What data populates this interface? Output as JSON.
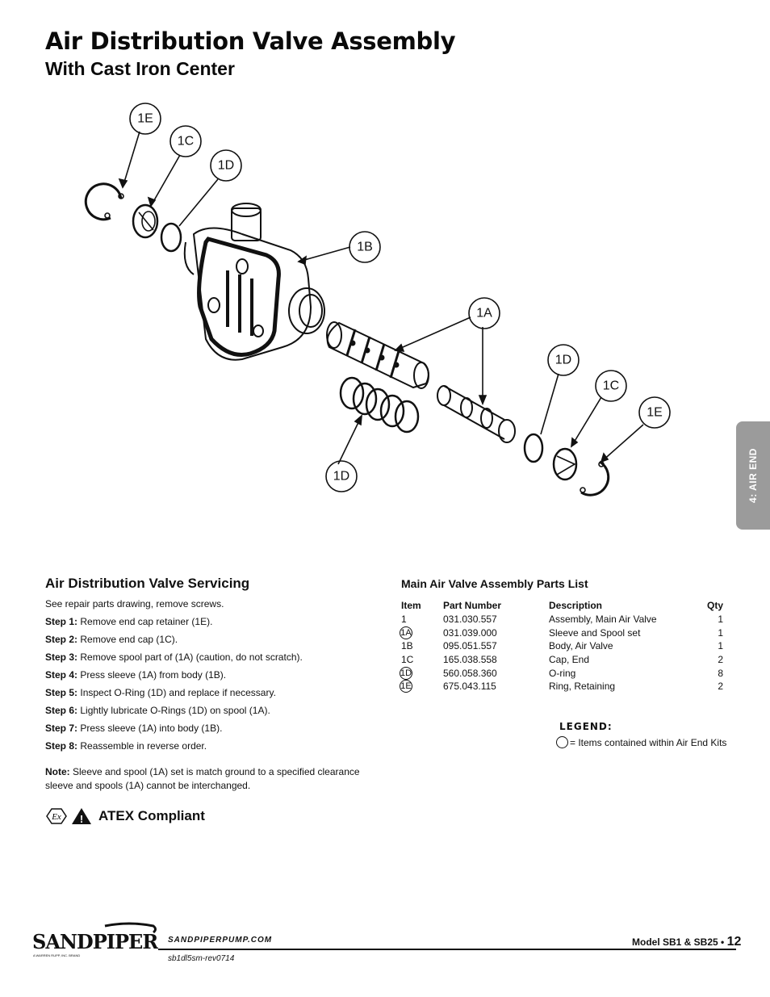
{
  "header": {
    "title": "Air Distribution Valve Assembly",
    "subtitle": "With Cast Iron Center"
  },
  "diagram": {
    "callouts": [
      "1E",
      "1C",
      "1D",
      "1B",
      "1A",
      "1D",
      "1C",
      "1E",
      "1D"
    ]
  },
  "side_tab": {
    "label": "4: AIR END",
    "color": "#9b9b9b"
  },
  "servicing": {
    "title": "Air Distribution Valve Servicing",
    "intro": "See repair parts drawing, remove screws.",
    "steps": [
      {
        "label": "Step 1:",
        "text": "Remove end cap retainer (1E)."
      },
      {
        "label": "Step 2:",
        "text": "Remove end cap (1C)."
      },
      {
        "label": "Step 3:",
        "text": "Remove spool part of (1A) (caution, do not scratch)."
      },
      {
        "label": "Step 4:",
        "text": "Press sleeve (1A) from body (1B)."
      },
      {
        "label": "Step 5:",
        "text": "Inspect O-Ring (1D) and replace if necessary."
      },
      {
        "label": "Step 6:",
        "text": "Lightly lubricate O-Rings (1D) on spool (1A)."
      },
      {
        "label": "Step 7:",
        "text": "Press sleeve (1A) into body (1B)."
      },
      {
        "label": "Step 8:",
        "text": "Reassemble in reverse order."
      }
    ],
    "note_label": "Note:",
    "note_text": "Sleeve and spool (1A) set is match ground to a specified clearance sleeve and spools (1A) cannot be interchanged.",
    "atex_label": "ATEX Compliant",
    "atex_ex_symbol": "Ex",
    "atex_warning_symbol": "!"
  },
  "parts_list": {
    "title": "Main Air Valve Assembly Parts List",
    "headers": [
      "Item",
      "Part Number",
      "Description",
      "Qty"
    ],
    "rows": [
      {
        "item": "1",
        "kit": false,
        "part_number": "031.030.557",
        "description": "Assembly, Main Air Valve",
        "qty": "1"
      },
      {
        "item": "1A",
        "kit": true,
        "part_number": "031.039.000",
        "description": "Sleeve and Spool set",
        "qty": "1"
      },
      {
        "item": "1B",
        "kit": false,
        "part_number": "095.051.557",
        "description": "Body, Air Valve",
        "qty": "1"
      },
      {
        "item": "1C",
        "kit": false,
        "part_number": "165.038.558",
        "description": "Cap, End",
        "qty": "2"
      },
      {
        "item": "1D",
        "kit": true,
        "part_number": "560.058.360",
        "description": "O-ring",
        "qty": "8"
      },
      {
        "item": "1E",
        "kit": true,
        "part_number": "675.043.115",
        "description": "Ring, Retaining",
        "qty": "2"
      }
    ]
  },
  "legend": {
    "title": "LEGEND:",
    "text": "= Items contained within Air End Kits"
  },
  "footer": {
    "logo_text": "SANDPIPER",
    "logo_tagline": "A WARREN RUPP, INC. BRAND",
    "website": "SANDPIPERPUMP.COM",
    "revision": "sb1dl5sm-rev0714",
    "model": "Model SB1 & SB25 •",
    "page": "12"
  }
}
